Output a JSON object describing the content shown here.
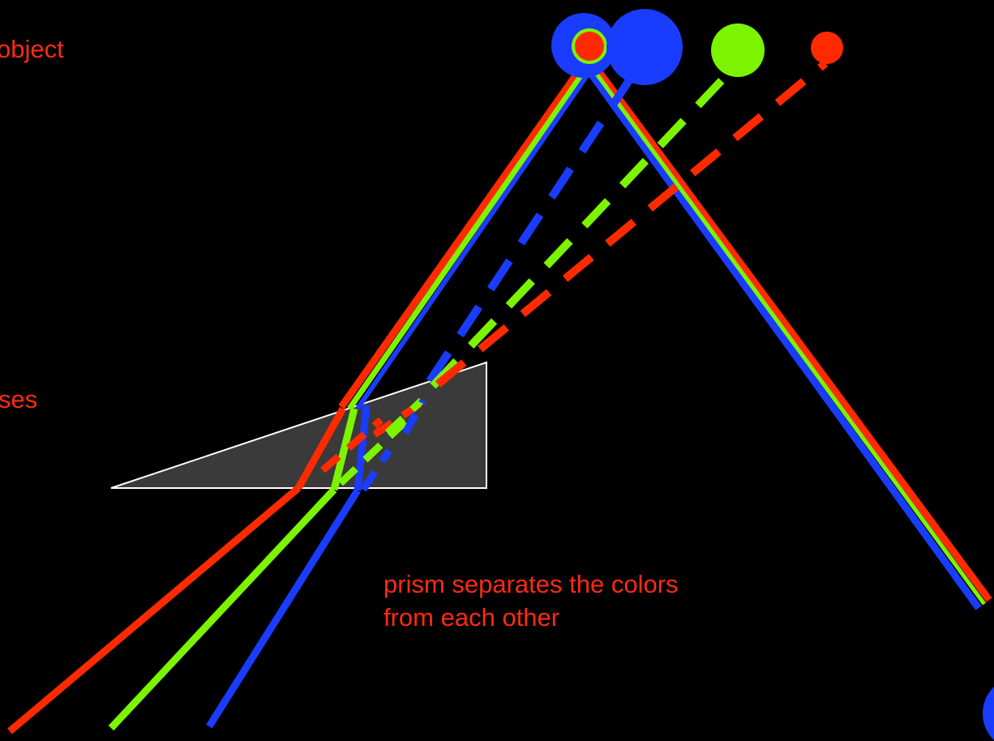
{
  "labels": {
    "object_fragment": "object",
    "lenses_fragment": "ses",
    "prism_caption": "prism separates the colors from each other"
  },
  "colors": {
    "background": "#000000",
    "label_text": "#ff2a14",
    "red_ray": "#ff2a00",
    "green_ray": "#7cf400",
    "blue_ray": "#1a3cff",
    "prism_fill": "#3a3a3a",
    "prism_outline": "#ffffff"
  },
  "rays": [
    "red",
    "green",
    "blue"
  ],
  "icons": {
    "object_point": "concentric-color-dots",
    "virtual_images": "colored-dots",
    "eye_partial": "blue-circle-partial"
  }
}
